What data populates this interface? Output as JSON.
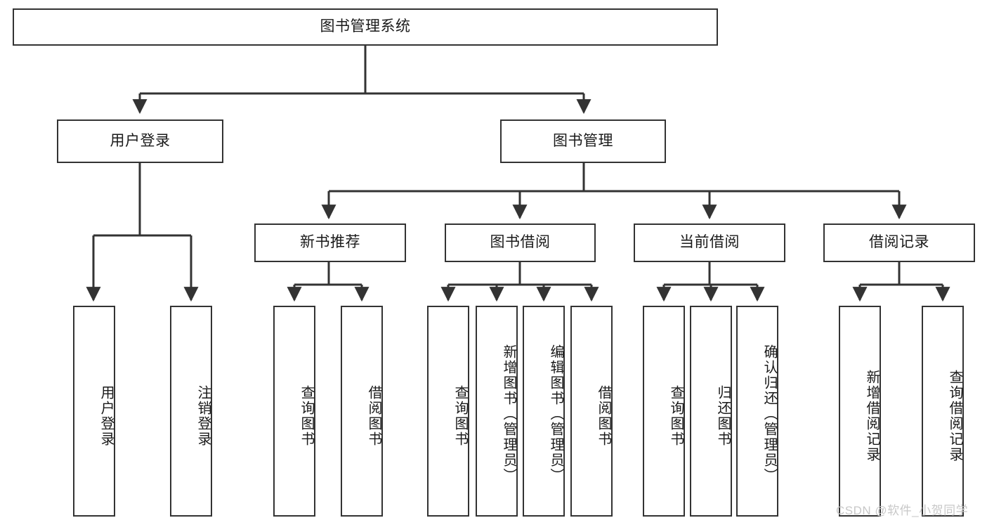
{
  "diagram": {
    "title": "图书管理系统",
    "type": "tree",
    "orientation": "top-down",
    "colors": {
      "background": "#ffffff",
      "box_border": "#333333",
      "box_fill": "#ffffff",
      "text": "#1a1a1a",
      "connector": "#333333",
      "watermark": "#c8c8c8"
    }
  },
  "nodes": {
    "root": {
      "label": "图书管理系统"
    },
    "level1": [
      {
        "id": "user-login",
        "label": "用户登录"
      },
      {
        "id": "book-management",
        "label": "图书管理"
      }
    ],
    "level2": [
      {
        "id": "new-book-recommend",
        "label": "新书推荐"
      },
      {
        "id": "book-borrow",
        "label": "图书借阅"
      },
      {
        "id": "current-borrow",
        "label": "当前借阅"
      },
      {
        "id": "borrow-record",
        "label": "借阅记录"
      }
    ],
    "leaves": {
      "user-login": [
        {
          "id": "leaf-user-login",
          "label": "用户登录"
        },
        {
          "id": "leaf-logout",
          "label": "注销登录"
        }
      ],
      "new-book-recommend": [
        {
          "id": "leaf-query-book-1",
          "label": "查询图书"
        },
        {
          "id": "leaf-borrow-book-1",
          "label": "借阅图书"
        }
      ],
      "book-borrow": [
        {
          "id": "leaf-query-book-2",
          "label": "查询图书"
        },
        {
          "id": "leaf-add-book",
          "label": "新增图书（管理员）"
        },
        {
          "id": "leaf-edit-book",
          "label": "编辑图书（管理员）"
        },
        {
          "id": "leaf-borrow-book-2",
          "label": "借阅图书"
        }
      ],
      "current-borrow": [
        {
          "id": "leaf-query-book-3",
          "label": "查询图书"
        },
        {
          "id": "leaf-return-book",
          "label": "归还图书"
        },
        {
          "id": "leaf-confirm-return",
          "label": "确认归还（管理员）"
        }
      ],
      "borrow-record": [
        {
          "id": "leaf-add-record",
          "label": "新增借阅记录"
        },
        {
          "id": "leaf-query-record",
          "label": "查询借阅记录"
        }
      ]
    }
  },
  "watermark": {
    "text": "CSDN @软件_小贺同学"
  }
}
